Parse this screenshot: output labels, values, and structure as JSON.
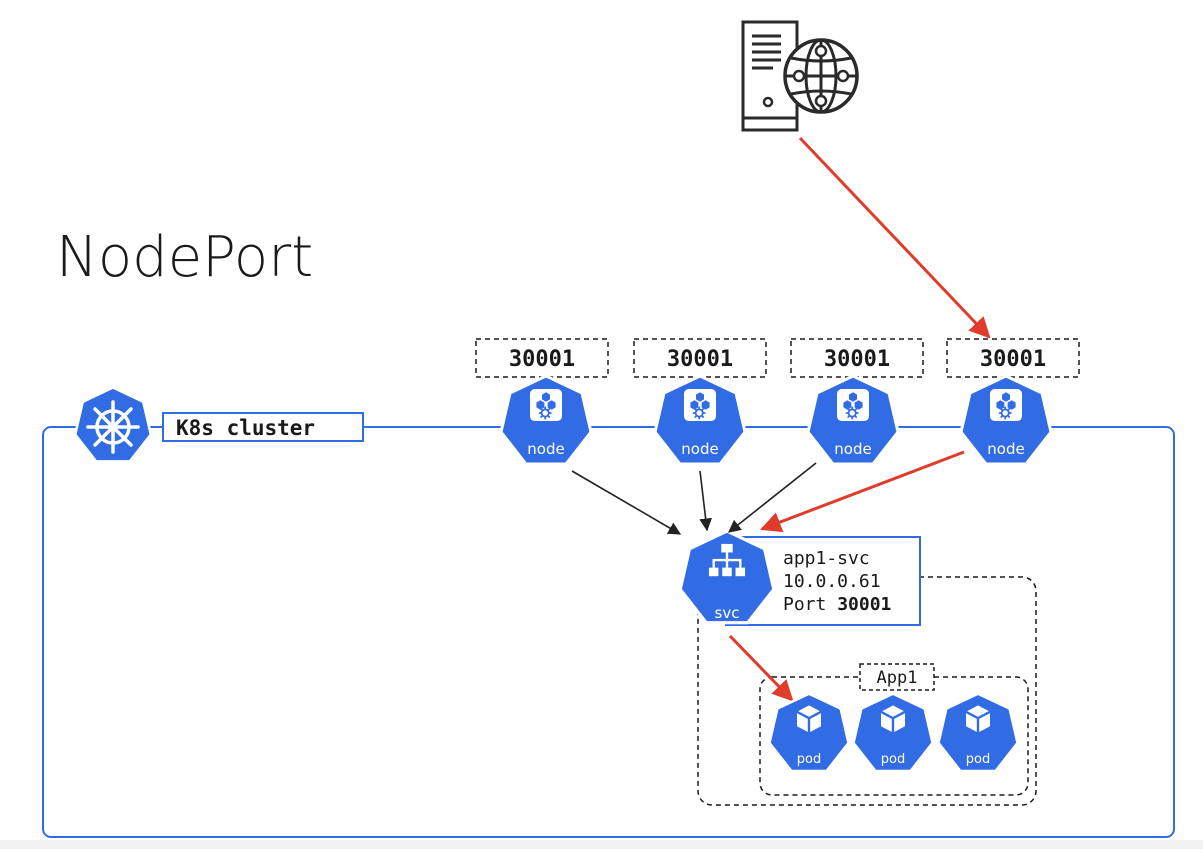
{
  "title": "NodePort",
  "cluster": {
    "label": "K8s cluster",
    "icon": "helm-wheel-icon"
  },
  "nodes": [
    {
      "port": "30001",
      "label": "node"
    },
    {
      "port": "30001",
      "label": "node"
    },
    {
      "port": "30001",
      "label": "node"
    },
    {
      "port": "30001",
      "label": "node"
    }
  ],
  "service": {
    "label": "svc",
    "name": "app1-svc",
    "ip": "10.0.0.61",
    "port_prefix": "Port ",
    "port_value": "30001"
  },
  "app_group": {
    "label": "App1"
  },
  "pods": [
    {
      "label": "pod"
    },
    {
      "label": "pod"
    },
    {
      "label": "pod"
    }
  ],
  "external_client": {
    "icon": "web-server-icon"
  },
  "colors": {
    "k8s_blue": "#326ce5",
    "arrow_red": "#e03c2b",
    "arrow_dark": "#222222",
    "text_dark": "#1a1a1a"
  }
}
